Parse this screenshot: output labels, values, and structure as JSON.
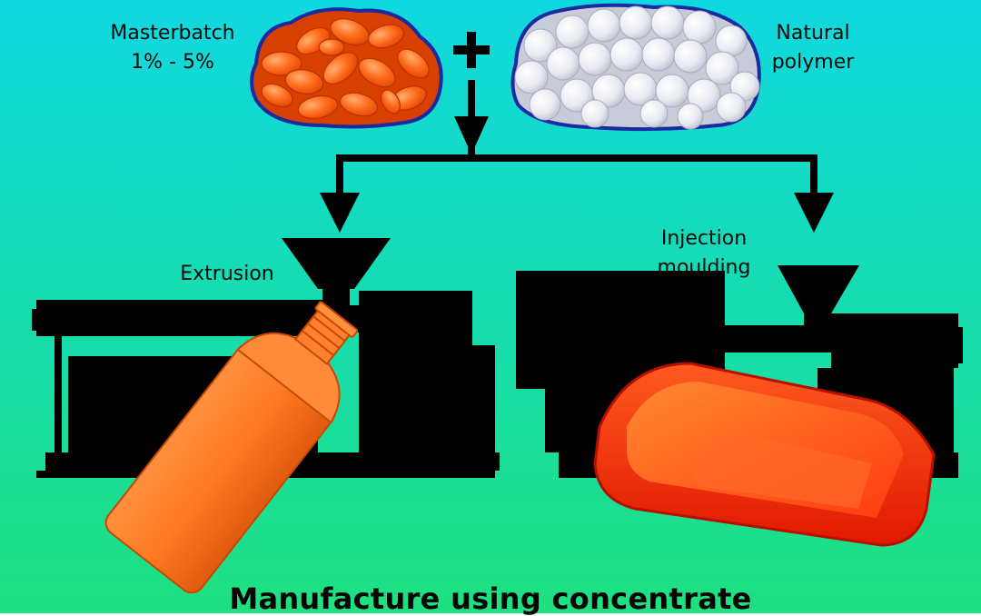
{
  "labels": {
    "masterbatch_line1": "Masterbatch",
    "masterbatch_line2": "1% - 5%",
    "natural_line1": "Natural",
    "natural_line2": "polymer",
    "extrusion": "Extrusion",
    "injection_line1": "Injection",
    "injection_line2": "moulding"
  },
  "caption": "Manufacture using concentrate",
  "colors": {
    "background_top": "#10d8e0",
    "background_bottom": "#1ee080",
    "masterbatch_pellets": "#ff6a1a",
    "natural_pellets": "#eef0f6",
    "bottle": "#ff7a22",
    "tray": "#ff2a10",
    "machine": "#000000",
    "outline": "#1a2aa0"
  }
}
